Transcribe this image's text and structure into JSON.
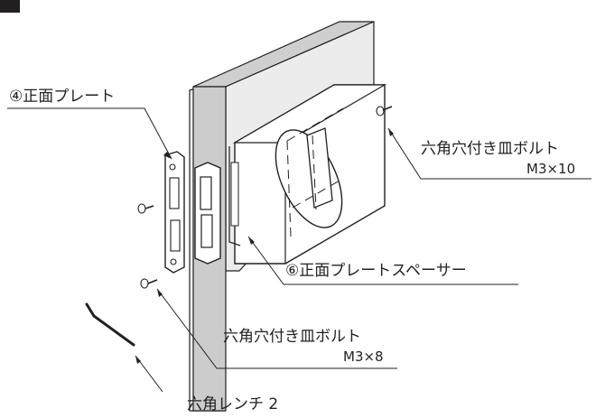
{
  "labels": {
    "front_plate": "④正面プレート",
    "front_plate_spacer": "⑥正面プレートスペーサー",
    "countersunk_bolt_top": "六角穴付き皿ボルト",
    "countersunk_bolt_top_spec": "M3×10",
    "countersunk_bolt_bottom": "六角穴付き皿ボルト",
    "countersunk_bolt_bottom_spec": "M3×8",
    "hex_wrench": "六角レンチ 2"
  }
}
